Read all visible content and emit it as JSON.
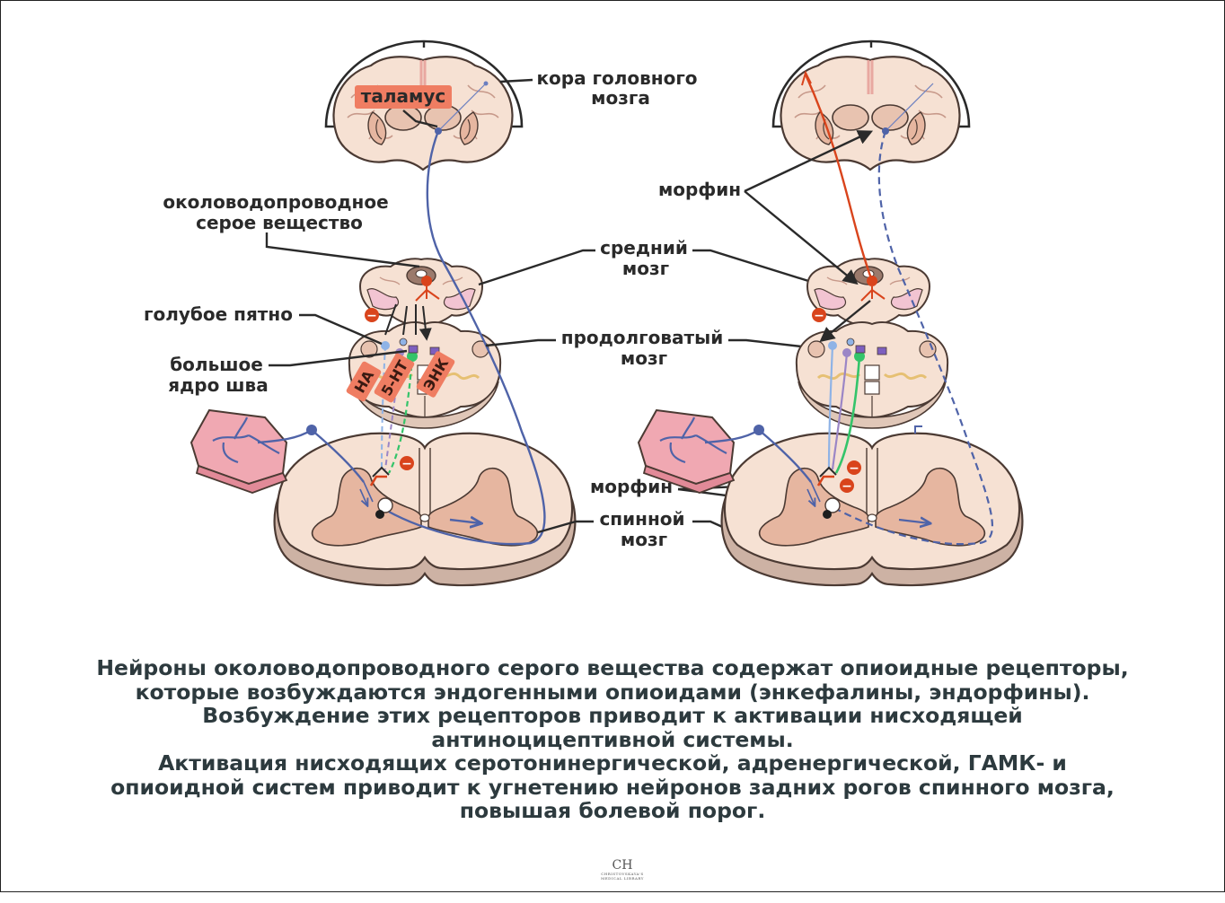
{
  "labels": {
    "thalamus": "таламус",
    "cortex_1": "кора головного",
    "cortex_2": "мозга",
    "pag_1": "околоводопроводное",
    "pag_2": "серое вещество",
    "locus": "голубое пятно",
    "raphe_1": "большое",
    "raphe_2": "ядро шва",
    "midbrain_1": "средний",
    "midbrain_2": "мозг",
    "medulla_1": "продолговатый",
    "medulla_2": "мозг",
    "morphine_top": "морфин",
    "morphine_spinal": "морфин",
    "spinal_1": "спинной",
    "spinal_2": "мозг",
    "tag_na": "НА",
    "tag_5ht": "5-НТ",
    "tag_enk": "ЭНК",
    "minus_sign": "−"
  },
  "caption": [
    "Нейроны околоводопроводного серого вещества содержат опиоидные рецепторы,",
    "которые возбуждаются эндогенными опиоидами (энкефалины, эндорфины).",
    "Возбуждение этих рецепторов приводит к активации нисходящей",
    "антиноцицептивной системы.",
    "Активация нисходящих серотонинергической, адренергической, ГАМК- и",
    "опиоидной систем приводит к угнетению нейронов задних рогов спинного мозга,",
    "повышая болевой порог."
  ],
  "logo": {
    "monogram": "CH",
    "line1": "CHRISTOVSKAYA'S",
    "line2": "MEDICAL LIBRARY"
  },
  "colors": {
    "tissue": "#f6e1d3",
    "tissue_dark": "#e6b6a0",
    "outline": "#4b3a33",
    "pain_path": "#4f63a8",
    "morphine_path": "#d9441c",
    "na_fiber": "#8fb3e6",
    "serotonin_fiber": "#9b86c6",
    "enk_fiber": "#34c46a",
    "tag_fill": "#ef7d62",
    "inhibit": "#d9441c"
  }
}
